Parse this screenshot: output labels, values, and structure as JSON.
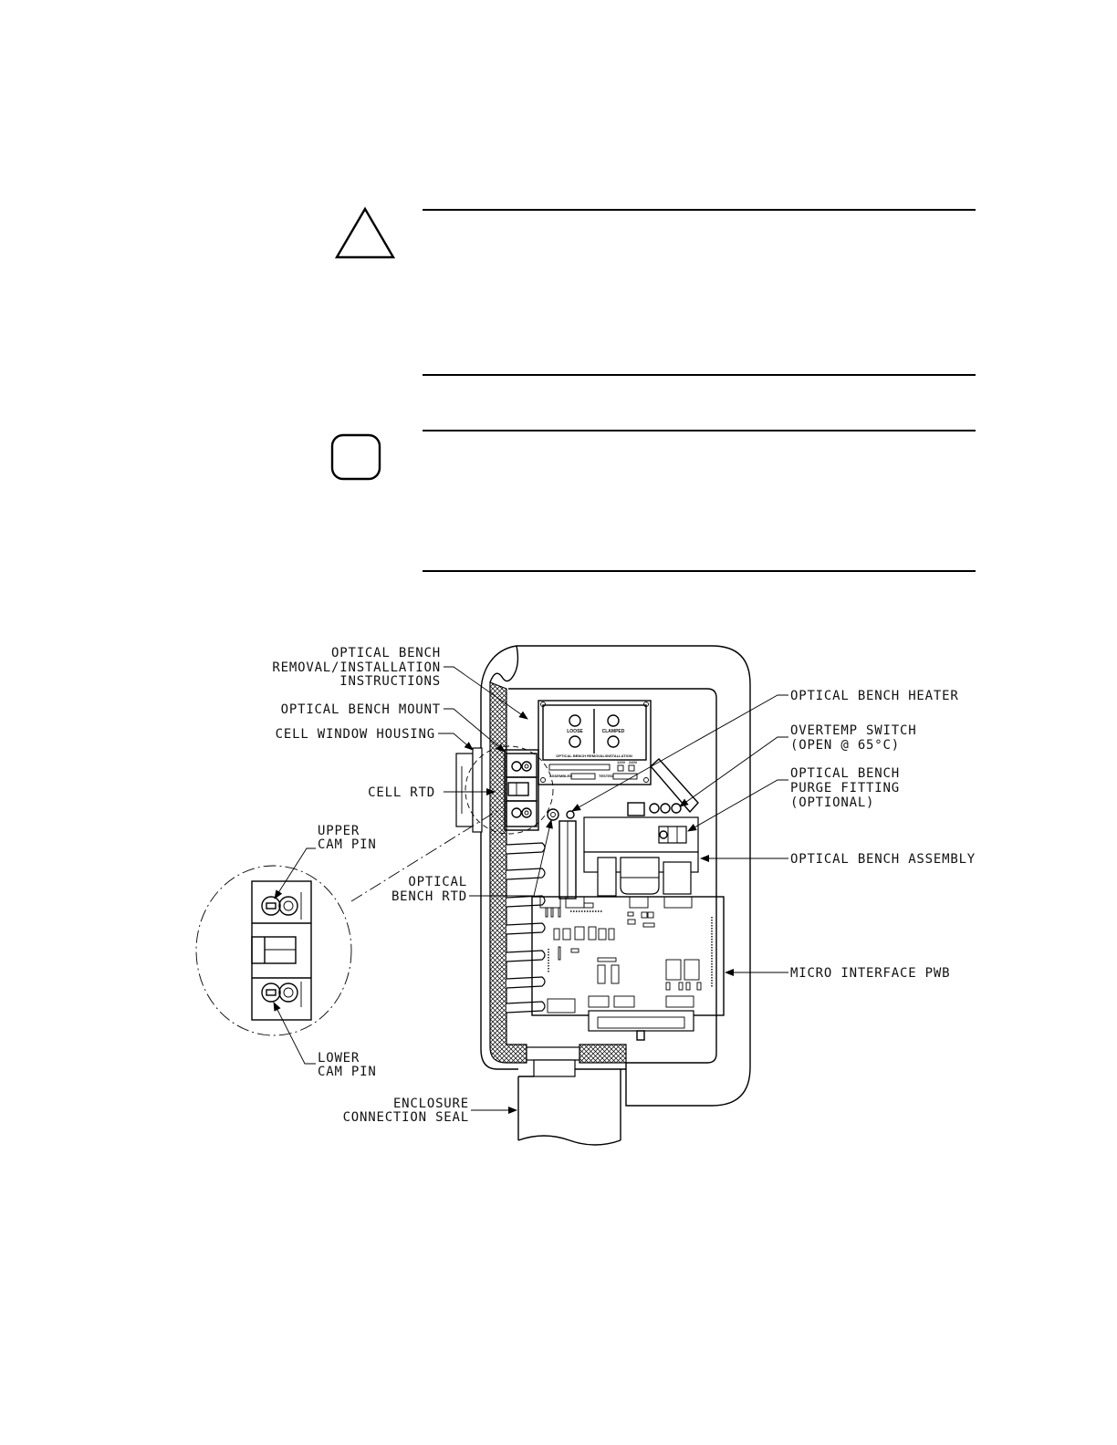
{
  "page": {
    "background": "#ffffff",
    "ink": "#000000"
  },
  "icons": {
    "warning": "warning-triangle-icon",
    "note": "note-icon"
  },
  "diagram": {
    "callouts": {
      "bench_instructions": [
        "OPTICAL BENCH",
        "REMOVAL/INSTALLATION",
        "INSTRUCTIONS"
      ],
      "bench_mount": "OPTICAL BENCH MOUNT",
      "cell_window_housing": "CELL WINDOW HOUSING",
      "cell_rtd": "CELL RTD",
      "upper_cam_pin": [
        "UPPER",
        "CAM PIN"
      ],
      "bench_rtd": [
        "OPTICAL",
        "BENCH RTD"
      ],
      "lower_cam_pin": [
        "LOWER",
        "CAM PIN"
      ],
      "enclosure_seal": [
        "ENCLOSURE",
        "CONNECTION SEAL"
      ],
      "bench_heater": "OPTICAL BENCH HEATER",
      "overtemp_switch": [
        "OVERTEMP SWITCH",
        "(OPEN @ 65°C)"
      ],
      "purge_fitting": [
        "OPTICAL BENCH",
        "PURGE FITTING",
        "(OPTIONAL)"
      ],
      "bench_assembly": "OPTICAL BENCH ASSEMBLY",
      "micro_interface_pwb": "MICRO INTERFACE PWB"
    },
    "plate": {
      "loose": "LOOSE",
      "clamped": "CLAMPED",
      "title": "OPTICAL BENCH REMOVAL/INSTALLATION",
      "v120": "120V",
      "v240": "240V",
      "assembled": "ASSEMBLED",
      "tested": "TESTED"
    }
  }
}
